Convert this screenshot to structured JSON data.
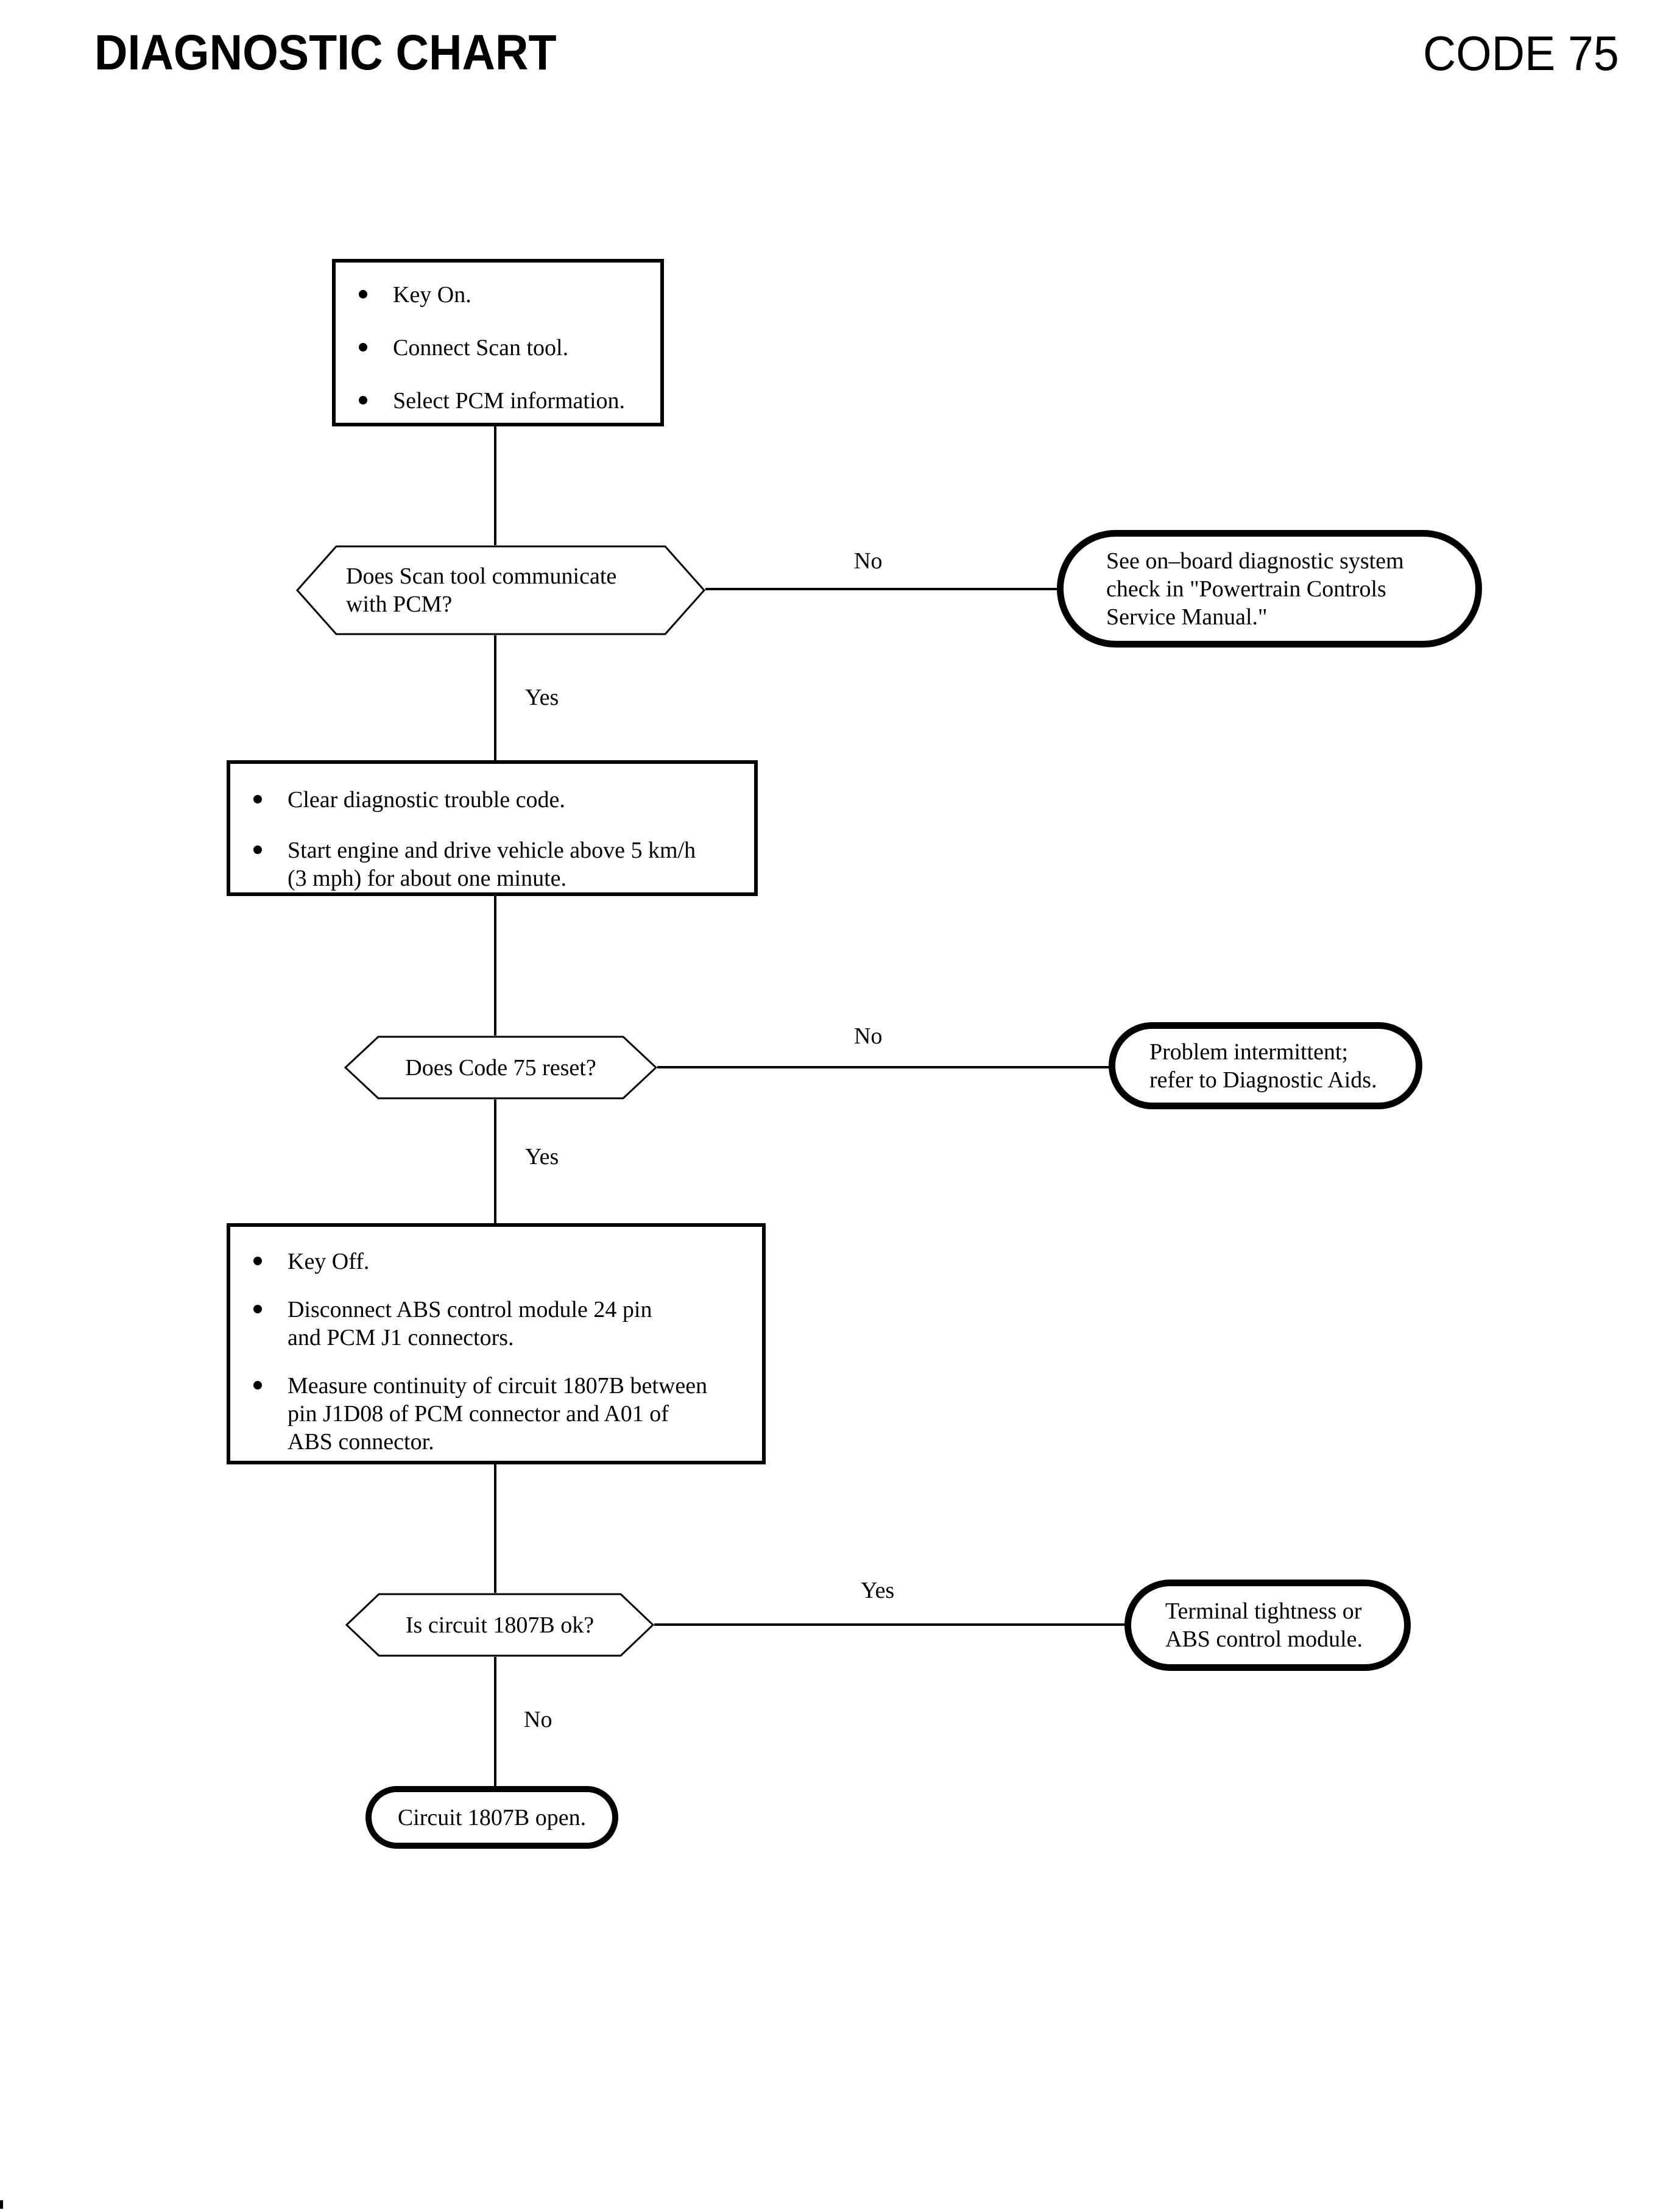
{
  "header": {
    "title": "DIAGNOSTIC CHART",
    "code": "CODE 75"
  },
  "process1": {
    "items": [
      [
        "Key On."
      ],
      [
        "Connect Scan tool."
      ],
      [
        "Select PCM information."
      ]
    ]
  },
  "decision1": {
    "text": [
      "Does Scan tool communicate",
      "with PCM?"
    ]
  },
  "terminal1": {
    "text": [
      "See on–board diagnostic system",
      "check in \"Powertrain Controls",
      "Service Manual.\""
    ]
  },
  "process2": {
    "items": [
      [
        "Clear diagnostic trouble code."
      ],
      [
        "Start engine and drive vehicle above 5 km/h",
        "(3 mph) for about one minute."
      ]
    ]
  },
  "decision2": {
    "text": [
      "Does Code 75 reset?"
    ]
  },
  "terminal2": {
    "text": [
      "Problem intermittent;",
      "refer to Diagnostic Aids."
    ]
  },
  "process3": {
    "items": [
      [
        "Key Off."
      ],
      [
        "Disconnect ABS control module 24 pin",
        "and PCM J1 connectors."
      ],
      [
        "Measure continuity of circuit 1807B between",
        "pin J1D08 of PCM connector and A01 of",
        "ABS connector."
      ]
    ]
  },
  "decision3": {
    "text": [
      "Is circuit 1807B ok?"
    ]
  },
  "terminal3": {
    "text": [
      "Terminal tightness or",
      "ABS control module."
    ]
  },
  "terminal4": {
    "text": [
      "Circuit 1807B open."
    ]
  },
  "edge_labels": {
    "decision1_no": "No",
    "decision1_yes": "Yes",
    "decision2_no": "No",
    "decision2_yes": "Yes",
    "decision3_yes": "Yes",
    "decision3_no": "No"
  }
}
